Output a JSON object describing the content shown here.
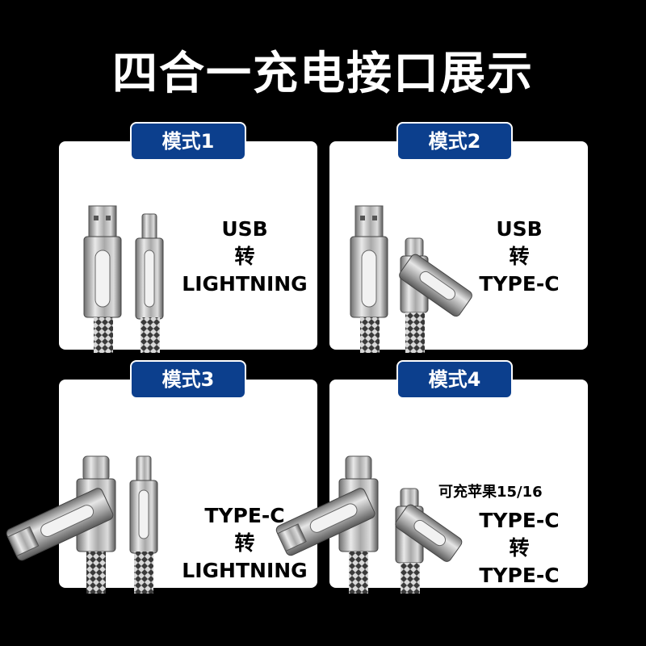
{
  "title": "四合一充电接口展示",
  "colors": {
    "background": "#000000",
    "badge": "#0c3f8d",
    "card": "#ffffff"
  },
  "modes": [
    {
      "badge": "模式1",
      "from": "USB",
      "join": "转",
      "to": "LIGHTNING"
    },
    {
      "badge": "模式2",
      "from": "USB",
      "join": "转",
      "to": "TYPE-C"
    },
    {
      "badge": "模式3",
      "from": "TYPE-C",
      "join": "转",
      "to": "LIGHTNING"
    },
    {
      "badge": "模式4",
      "note": "可充苹果15/16",
      "from": "TYPE-C",
      "join": "转",
      "to": "TYPE-C"
    }
  ]
}
